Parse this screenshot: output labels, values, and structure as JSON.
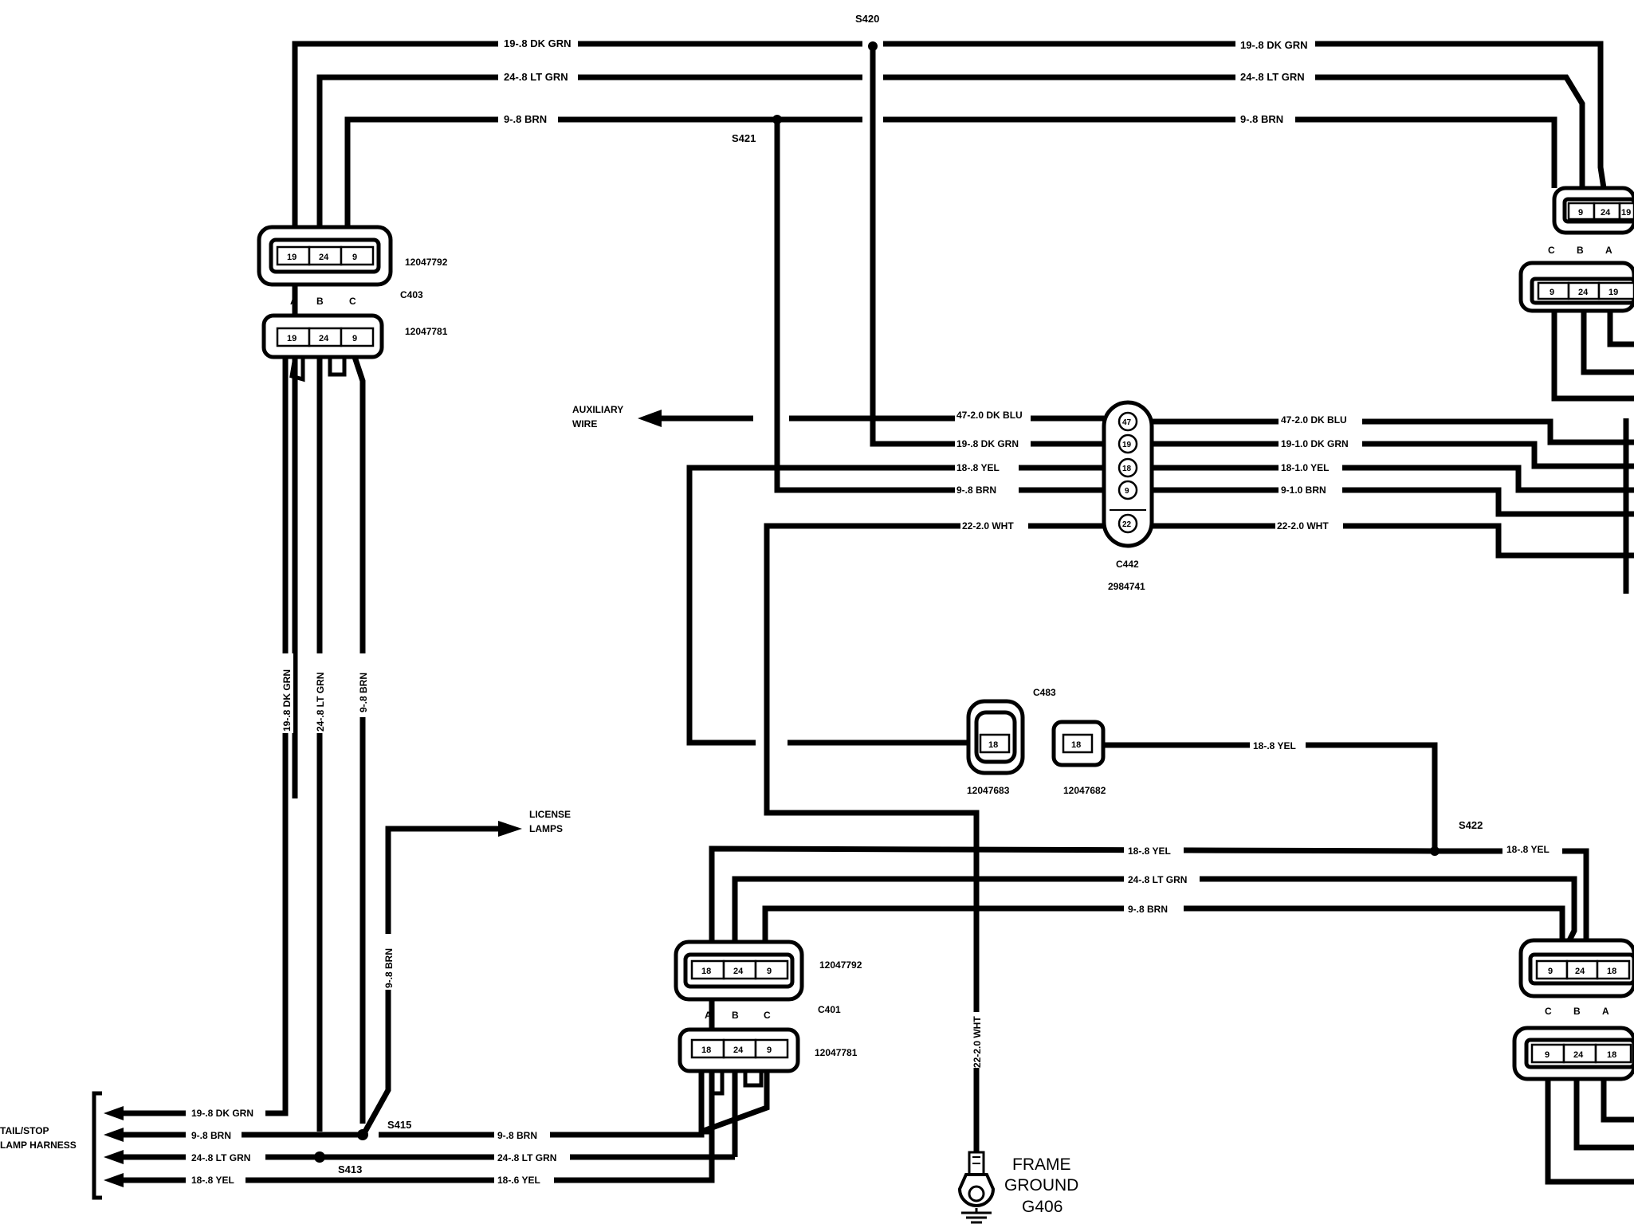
{
  "splices": {
    "s420": "S420",
    "s421": "S421",
    "s422": "S422",
    "s415": "S415",
    "s413": "S413"
  },
  "top_wires": {
    "left": [
      "19-.8 DK GRN",
      "24-.8 LT GRN",
      "9-.8 BRN"
    ],
    "right": [
      "19-.8 DK GRN",
      "24-.8 LT GRN",
      "9-.8 BRN"
    ]
  },
  "c403": {
    "name": "C403",
    "part_top": "12047792",
    "part_bottom": "12047781",
    "pins_top": [
      "19",
      "24",
      "9"
    ],
    "pins_bottom": [
      "19",
      "24",
      "9"
    ],
    "letters": [
      "A",
      "B",
      "C"
    ]
  },
  "right_top_connector": {
    "pins_top": [
      "9",
      "24",
      "19"
    ],
    "pins_bottom": [
      "9",
      "24",
      "19"
    ],
    "letters": [
      "C",
      "B",
      "A"
    ]
  },
  "vertical_wires": [
    "19-.8 DK GRN",
    "24-.8 LT GRN",
    "9-.8 BRN"
  ],
  "auxiliary": {
    "line1": "AUXILIARY",
    "line2": "WIRE"
  },
  "c442": {
    "name": "C442",
    "part": "2984741",
    "pins": [
      "47",
      "19",
      "18",
      "9",
      "22"
    ],
    "left_labels": [
      "47-2.0 DK BLU",
      "19-.8 DK GRN",
      "18-.8 YEL",
      "9-.8 BRN",
      "22-2.0 WHT"
    ],
    "right_labels": [
      "47-2.0 DK BLU",
      "19-1.0 DK GRN",
      "18-1.0 YEL",
      "9-1.0 BRN",
      "22-2.0 WHT"
    ]
  },
  "c483": {
    "name": "C483",
    "pin_left": "18",
    "pin_right": "18",
    "part_left": "12047683",
    "part_right": "12047682",
    "wire": "18-.8 YEL"
  },
  "license": {
    "line1": "LICENSE",
    "line2": "LAMPS",
    "wire": "9-.8 BRN"
  },
  "mid_wires": {
    "left": [
      "18-.8 YEL",
      "24-.8 LT GRN",
      "9-.8 BRN"
    ],
    "right_yel": "18-.8 YEL"
  },
  "c401": {
    "name": "C401",
    "part_top": "12047792",
    "part_bottom": "12047781",
    "pins_top": [
      "18",
      "24",
      "9"
    ],
    "pins_bottom": [
      "18",
      "24",
      "9"
    ],
    "letters": [
      "A",
      "B",
      "C"
    ]
  },
  "right_bottom_connector": {
    "pins_top": [
      "9",
      "24",
      "18"
    ],
    "pins_bottom": [
      "9",
      "24",
      "18"
    ],
    "letters": [
      "C",
      "B",
      "A"
    ]
  },
  "tail_stop": {
    "line1": "TAIL/STOP",
    "line2": "LAMP HARNESS",
    "wires_left": [
      "19-.8 DK GRN",
      "9-.8 BRN",
      "24-.8 LT GRN",
      "18-.8 YEL"
    ],
    "wires_right": [
      "9-.8 BRN",
      "24-.8 LT GRN",
      "18-.6 YEL"
    ]
  },
  "ground": {
    "wire": "22-2.0 WHT",
    "line1": "FRAME",
    "line2": "GROUND",
    "line3": "G406"
  }
}
